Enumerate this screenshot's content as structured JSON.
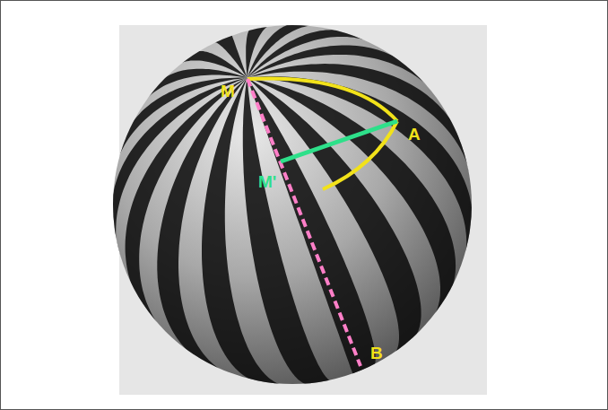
{
  "diagram": {
    "labels": [
      "M",
      "A",
      "M'",
      "B"
    ]
  }
}
